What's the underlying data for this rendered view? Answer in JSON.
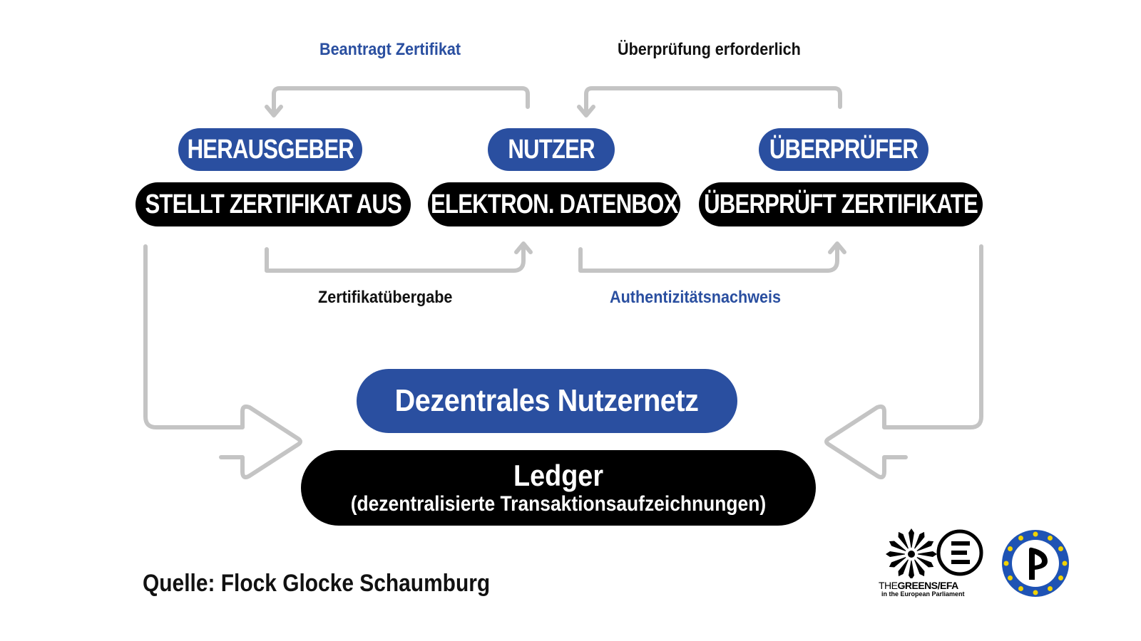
{
  "roles": {
    "issuer": "HERAUSGEBER",
    "user": "NUTZER",
    "verifier": "ÜBERPRÜFER"
  },
  "tasks": {
    "issuer": "STELLT ZERTIFIKAT AUS",
    "user": "ELEKTRON. DATENBOX",
    "verifier": "ÜBERPRÜFT ZERTIFIKATE"
  },
  "flows": {
    "request_certificate": "Beantragt Zertifikat",
    "verification_required": "Überprüfung erforderlich",
    "certificate_handover": "Zertifikatübergabe",
    "authenticity_proof": "Authentizitätsnachweis"
  },
  "network": {
    "label": "Dezentrales Nutzernetz"
  },
  "ledger": {
    "title": "Ledger",
    "subtitle": "(dezentralisierte Transaktionsaufzeichnungen)"
  },
  "source": "Quelle: Flock Glocke Schaumburg",
  "logos": {
    "greens_line1_the": "THE",
    "greens_line1_rest": "GREENS/EFA",
    "greens_line2": "in the European Parliament",
    "greens_icon": "sunflower-icon",
    "pirate_icon": "pirate-party-icon"
  },
  "colors": {
    "accent_blue": "#2a4fa0",
    "black": "#000000",
    "arrow_gray": "#c4c4c4",
    "eu_yellow": "#f2d300"
  }
}
